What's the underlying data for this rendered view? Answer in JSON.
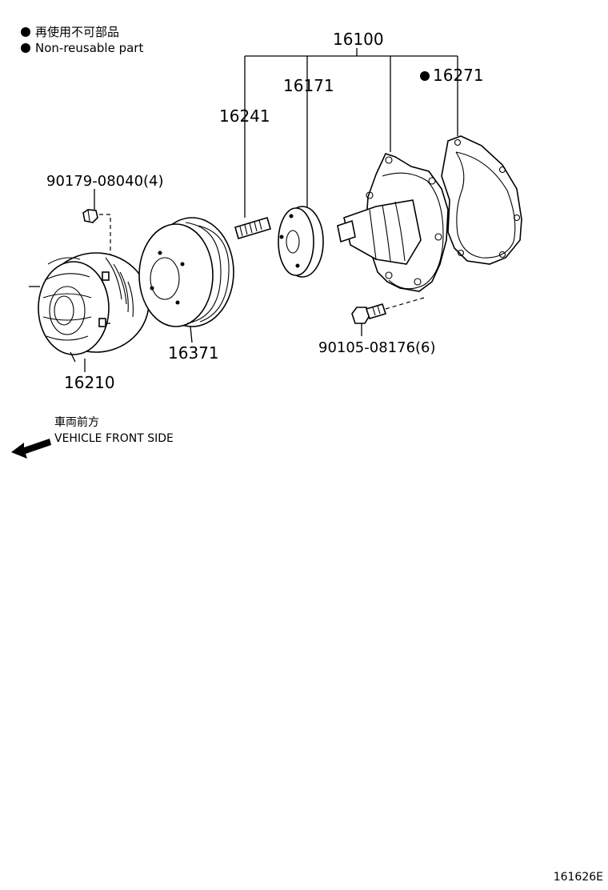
{
  "legend": {
    "jp": "再使用不可部品",
    "en": "Non-reusable part"
  },
  "parts": {
    "assembly": "16100",
    "gasket": "16271",
    "pulley_seat": "16171",
    "stud": "16241",
    "nut": "90179-08040(4)",
    "fan_clutch": "16210",
    "pulley": "16371",
    "bolt": "90105-08176(6)"
  },
  "direction": {
    "jp": "車両前方",
    "en": "VEHICLE FRONT SIDE"
  },
  "figure_id": "161626E",
  "icons": [
    "bullet-dot-icon",
    "front-arrow-icon"
  ]
}
